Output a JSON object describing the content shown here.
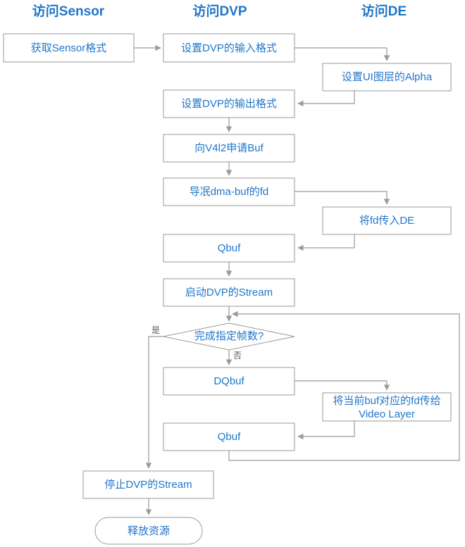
{
  "diagram": {
    "title": "DVP Sensor to DE display flow",
    "colors": {
      "text": "#1f76c9",
      "box_stroke": "#9a9a9a",
      "edge": "#9a9a9a",
      "background": "#ffffff",
      "edge_label": "#5a5a5a"
    },
    "lanes": [
      {
        "id": "sensor",
        "label": "访问Sensor"
      },
      {
        "id": "dvp",
        "label": "访问DVP"
      },
      {
        "id": "de",
        "label": "访问DE"
      }
    ],
    "nodes": [
      {
        "id": "n1",
        "lane": "sensor",
        "shape": "rect",
        "label": "获取Sensor格式"
      },
      {
        "id": "n2",
        "lane": "dvp",
        "shape": "rect",
        "label": "设置DVP的输入格式"
      },
      {
        "id": "n3",
        "lane": "de",
        "shape": "rect",
        "label": "设置UI图层的Alpha"
      },
      {
        "id": "n4",
        "lane": "dvp",
        "shape": "rect",
        "label": "设置DVP的输出格式"
      },
      {
        "id": "n5",
        "lane": "dvp",
        "shape": "rect",
        "label": "向V4l2申请Buf"
      },
      {
        "id": "n6",
        "lane": "dvp",
        "shape": "rect",
        "label": "导冺dma-buf的fd"
      },
      {
        "id": "n7",
        "lane": "de",
        "shape": "rect",
        "label": "将fd传入DE"
      },
      {
        "id": "n8",
        "lane": "dvp",
        "shape": "rect",
        "label": "Qbuf"
      },
      {
        "id": "n9",
        "lane": "dvp",
        "shape": "rect",
        "label": "启动DVP的Stream"
      },
      {
        "id": "n10",
        "lane": "dvp",
        "shape": "diamond",
        "label": "完成指定帧数?"
      },
      {
        "id": "n11",
        "lane": "dvp",
        "shape": "rect",
        "label": "DQbuf"
      },
      {
        "id": "n12",
        "lane": "de",
        "shape": "rect",
        "label": "将当前buf对应的fd传给",
        "label2": "Video Layer"
      },
      {
        "id": "n13",
        "lane": "dvp",
        "shape": "rect",
        "label": "Qbuf"
      },
      {
        "id": "n14",
        "lane": "sensor",
        "shape": "rect",
        "label": "停止DVP的Stream"
      },
      {
        "id": "n15",
        "lane": "sensor",
        "shape": "rounded",
        "label": "释放资源"
      }
    ],
    "edge_labels": {
      "yes": "是",
      "no": "否"
    },
    "edges": [
      {
        "from": "n1",
        "to": "n2",
        "label": ""
      },
      {
        "from": "n2",
        "to": "n3",
        "label": ""
      },
      {
        "from": "n3",
        "to": "n4",
        "label": ""
      },
      {
        "from": "n4",
        "to": "n5",
        "label": ""
      },
      {
        "from": "n5",
        "to": "n6",
        "label": ""
      },
      {
        "from": "n6",
        "to": "n7",
        "label": ""
      },
      {
        "from": "n7",
        "to": "n8",
        "label": ""
      },
      {
        "from": "n8",
        "to": "n9",
        "label": ""
      },
      {
        "from": "n9",
        "to": "n10",
        "label": ""
      },
      {
        "from": "n10",
        "to": "n14",
        "label": "是"
      },
      {
        "from": "n10",
        "to": "n11",
        "label": "否"
      },
      {
        "from": "n11",
        "to": "n12",
        "label": ""
      },
      {
        "from": "n12",
        "to": "n13",
        "label": ""
      },
      {
        "from": "n13",
        "to": "n10",
        "label": ""
      },
      {
        "from": "n14",
        "to": "n15",
        "label": ""
      }
    ]
  }
}
